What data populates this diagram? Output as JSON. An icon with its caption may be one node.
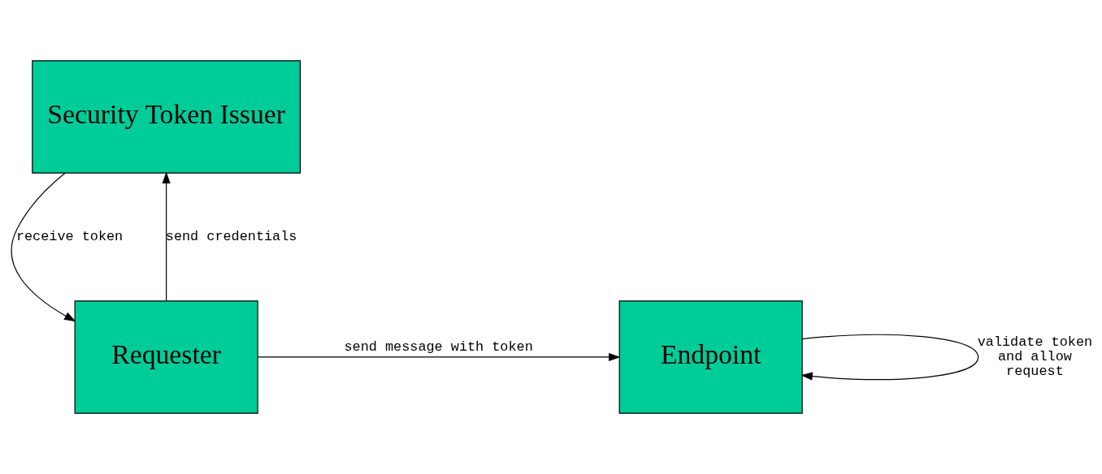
{
  "diagram": {
    "nodes": [
      {
        "text": [
          "Security Token Issuer"
        ]
      },
      {
        "text": [
          "Requester"
        ]
      },
      {
        "text": [
          "Endpoint"
        ]
      }
    ],
    "edges": [
      {
        "from": 1,
        "to": 0,
        "arrow": "to",
        "label": "send credentials"
      },
      {
        "from": 0,
        "to": 1,
        "arrow": "to",
        "label": "receive token"
      },
      {
        "from": 1,
        "to": 2,
        "arrow": "to",
        "label": "send message with token"
      },
      {
        "from": 2,
        "to": 2,
        "arrow": "to",
        "label": "validate token and allow request"
      }
    ]
  }
}
